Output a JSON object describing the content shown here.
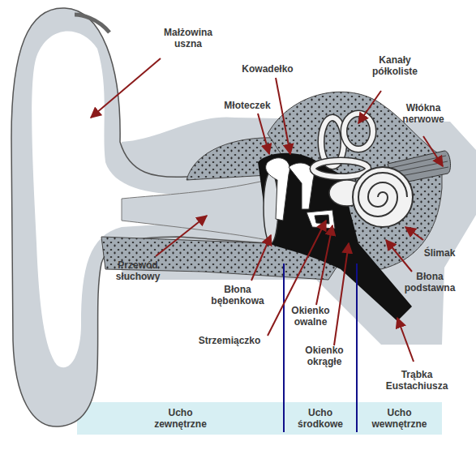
{
  "diagram": {
    "nodes": [
      {
        "text": [
          "Ucho zewnętrzne"
        ]
      },
      {
        "text": [
          "Ucho środkowe"
        ]
      },
      {
        "text": [
          "Ucho wewnętrzne"
        ]
      }
    ],
    "labels": [
      "Małżowina uszna",
      "Kowadełko",
      "Kanały półkoliste",
      "Młoteczek",
      "Włókna nerwowe",
      "Ślimak",
      "Błona podstawna",
      "Przewód słuchowy",
      "Błona bębenkowa",
      "Okienko owalne",
      "Strzemiączko",
      "Okienko okrągłe",
      "Trąbka Eustachiusza"
    ]
  }
}
